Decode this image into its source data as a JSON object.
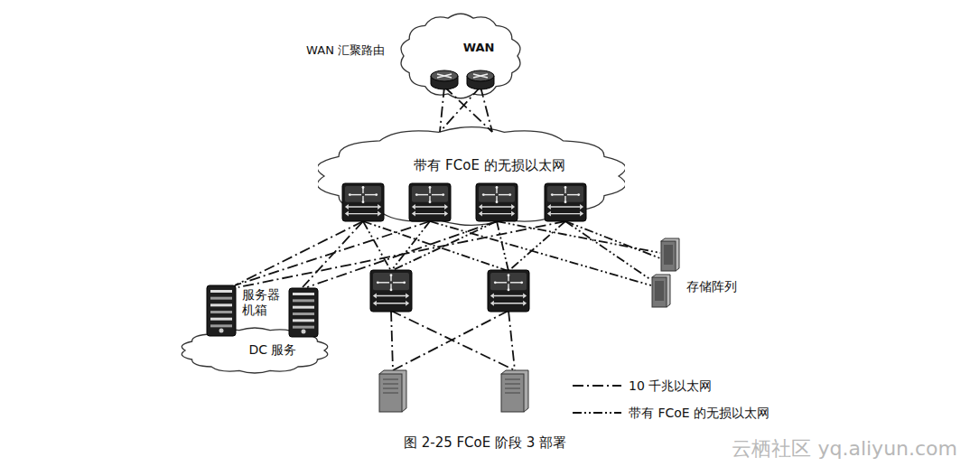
{
  "diagram": {
    "caption": "图 2-25 FCoE 阶段 3 部署",
    "nodes": [
      {
        "text": [
          "WAN 汇聚路由",
          "WAN"
        ]
      },
      {
        "text": [
          "带有 FCoE 的无损以太网"
        ]
      },
      {
        "text": [
          "服务器 机箱",
          "DC 服务"
        ]
      }
    ],
    "edges": [
      {
        "from": 0,
        "to": 1,
        "arrow": "none"
      },
      {
        "from": 1,
        "to": 2,
        "arrow": "none"
      }
    ],
    "labels": [
      "存储阵列",
      "云栖社区 yq.aliyun.com"
    ],
    "legend": [
      {
        "text": "10 千兆以太网"
      },
      {
        "text": "带有 FCoE 的无损以太网"
      }
    ]
  }
}
